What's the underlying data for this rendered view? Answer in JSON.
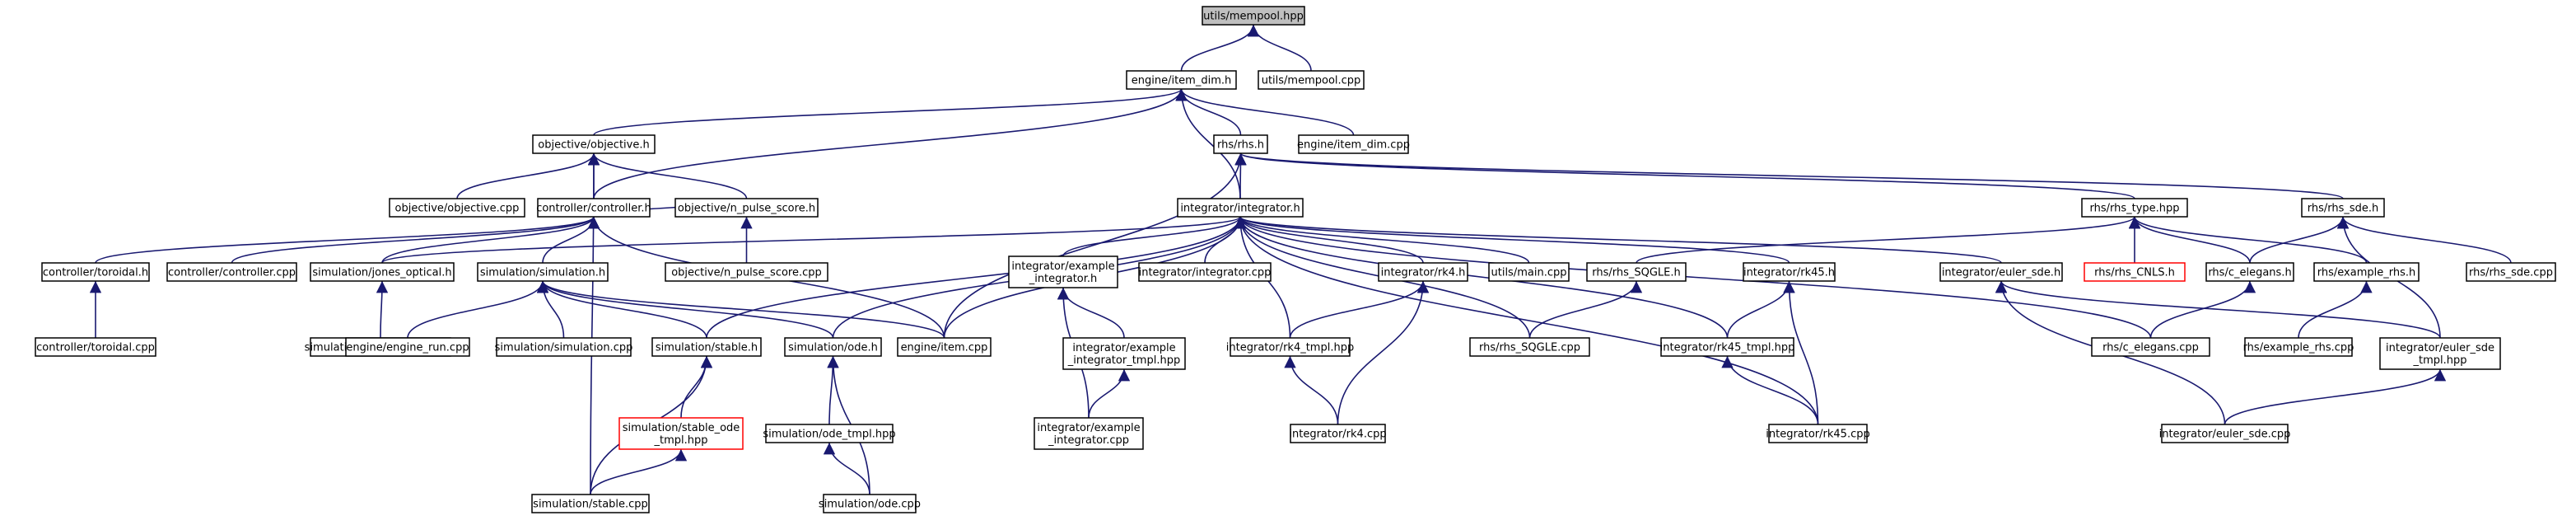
{
  "colors": {
    "edge": "#191970",
    "root_fill": "#bfbfbf",
    "red_border": "#ff0000"
  },
  "nodes": [
    {
      "id": "n0",
      "lines": [
        "utils/mempool.hpp"
      ],
      "kind": "root"
    },
    {
      "id": "n1",
      "lines": [
        "engine/item_dim.h"
      ]
    },
    {
      "id": "n2",
      "lines": [
        "utils/mempool.cpp"
      ]
    },
    {
      "id": "n3",
      "lines": [
        "objective/objective.h"
      ]
    },
    {
      "id": "n4",
      "lines": [
        "rhs/rhs.h"
      ]
    },
    {
      "id": "n5",
      "lines": [
        "engine/item_dim.cpp"
      ]
    },
    {
      "id": "n6",
      "lines": [
        "objective/objective.cpp"
      ]
    },
    {
      "id": "n7",
      "lines": [
        "controller/controller.h"
      ]
    },
    {
      "id": "n8",
      "lines": [
        "objective/n_pulse_score.h"
      ]
    },
    {
      "id": "n9",
      "lines": [
        "integrator/integrator.h"
      ]
    },
    {
      "id": "n10",
      "lines": [
        "rhs/rhs_type.hpp"
      ]
    },
    {
      "id": "n11",
      "lines": [
        "rhs/rhs_sde.h"
      ]
    },
    {
      "id": "n12",
      "lines": [
        "objective/n_pulse_score.cpp"
      ]
    },
    {
      "id": "n13",
      "lines": [
        "controller/toroidal.h"
      ]
    },
    {
      "id": "n14",
      "lines": [
        "controller/controller.cpp"
      ]
    },
    {
      "id": "n15",
      "lines": [
        "simulation/jones_optical.h"
      ]
    },
    {
      "id": "n16",
      "lines": [
        "simulation/simulation.h"
      ]
    },
    {
      "id": "n17",
      "lines": [
        "integrator/example",
        "_integrator.h"
      ]
    },
    {
      "id": "n18",
      "lines": [
        "integrator/integrator.cpp"
      ]
    },
    {
      "id": "n19",
      "lines": [
        "integrator/rk4.h"
      ]
    },
    {
      "id": "n20",
      "lines": [
        "utils/main.cpp"
      ]
    },
    {
      "id": "n21",
      "lines": [
        "rhs/rhs_SQGLE.h"
      ]
    },
    {
      "id": "n22",
      "lines": [
        "integrator/rk45.h"
      ]
    },
    {
      "id": "n23",
      "lines": [
        "integrator/euler_sde.h"
      ]
    },
    {
      "id": "n24",
      "lines": [
        "rhs/rhs_CNLS.h"
      ],
      "kind": "red"
    },
    {
      "id": "n25",
      "lines": [
        "rhs/c_elegans.h"
      ]
    },
    {
      "id": "n26",
      "lines": [
        "rhs/example_rhs.h"
      ]
    },
    {
      "id": "n27",
      "lines": [
        "rhs/rhs_sde.cpp"
      ]
    },
    {
      "id": "n28",
      "lines": [
        "controller/toroidal.cpp"
      ]
    },
    {
      "id": "n29",
      "lines": [
        "simulation/jones_optical.cpp"
      ]
    },
    {
      "id": "n30",
      "lines": [
        "engine/engine_run.cpp"
      ]
    },
    {
      "id": "n31",
      "lines": [
        "simulation/simulation.cpp"
      ]
    },
    {
      "id": "n32",
      "lines": [
        "simulation/stable.h"
      ]
    },
    {
      "id": "n33",
      "lines": [
        "simulation/ode.h"
      ]
    },
    {
      "id": "n34",
      "lines": [
        "engine/item.cpp"
      ]
    },
    {
      "id": "n35",
      "lines": [
        "integrator/example",
        "_integrator_tmpl.hpp"
      ]
    },
    {
      "id": "n36",
      "lines": [
        "integrator/rk4_tmpl.hpp"
      ]
    },
    {
      "id": "n37",
      "lines": [
        "rhs/rhs_SQGLE.cpp"
      ]
    },
    {
      "id": "n38",
      "lines": [
        "integrator/rk45_tmpl.hpp"
      ]
    },
    {
      "id": "n39",
      "lines": [
        "rhs/c_elegans.cpp"
      ]
    },
    {
      "id": "n40",
      "lines": [
        "rhs/example_rhs.cpp"
      ]
    },
    {
      "id": "n41",
      "lines": [
        "integrator/euler_sde",
        "_tmpl.hpp"
      ]
    },
    {
      "id": "n42",
      "lines": [
        "simulation/stable_ode",
        "_tmpl.hpp"
      ],
      "kind": "red"
    },
    {
      "id": "n43",
      "lines": [
        "simulation/ode_tmpl.hpp"
      ]
    },
    {
      "id": "n44",
      "lines": [
        "integrator/example",
        "_integrator.cpp"
      ]
    },
    {
      "id": "n45",
      "lines": [
        "integrator/rk4.cpp"
      ]
    },
    {
      "id": "n46",
      "lines": [
        "integrator/rk45.cpp"
      ]
    },
    {
      "id": "n47",
      "lines": [
        "integrator/euler_sde.cpp"
      ]
    },
    {
      "id": "n48",
      "lines": [
        "simulation/stable.cpp"
      ]
    },
    {
      "id": "n49",
      "lines": [
        "simulation/ode.cpp"
      ]
    }
  ],
  "edges": [
    [
      "n1",
      "n0"
    ],
    [
      "n2",
      "n0"
    ],
    [
      "n3",
      "n1"
    ],
    [
      "n4",
      "n1"
    ],
    [
      "n5",
      "n1"
    ],
    [
      "n7",
      "n1"
    ],
    [
      "n9",
      "n1"
    ],
    [
      "n6",
      "n3"
    ],
    [
      "n7",
      "n3"
    ],
    [
      "n8",
      "n3"
    ],
    [
      "n48",
      "n3"
    ],
    [
      "n9",
      "n4"
    ],
    [
      "n10",
      "n4"
    ],
    [
      "n11",
      "n4"
    ],
    [
      "n34",
      "n4"
    ],
    [
      "n12",
      "n8"
    ],
    [
      "n13",
      "n7"
    ],
    [
      "n14",
      "n7"
    ],
    [
      "n15",
      "n7"
    ],
    [
      "n16",
      "n7"
    ],
    [
      "n34",
      "n7"
    ],
    [
      "n8",
      "n7"
    ],
    [
      "n17",
      "n9"
    ],
    [
      "n18",
      "n9"
    ],
    [
      "n19",
      "n9"
    ],
    [
      "n20",
      "n9"
    ],
    [
      "n22",
      "n9"
    ],
    [
      "n23",
      "n9"
    ],
    [
      "n15",
      "n9"
    ],
    [
      "n32",
      "n9"
    ],
    [
      "n33",
      "n9"
    ],
    [
      "n34",
      "n9"
    ],
    [
      "n36",
      "n9"
    ],
    [
      "n37",
      "n9"
    ],
    [
      "n38",
      "n9"
    ],
    [
      "n46",
      "n9"
    ],
    [
      "n39",
      "n9"
    ],
    [
      "n21",
      "n10"
    ],
    [
      "n24",
      "n10"
    ],
    [
      "n25",
      "n10"
    ],
    [
      "n26",
      "n10"
    ],
    [
      "n25",
      "n11"
    ],
    [
      "n27",
      "n11"
    ],
    [
      "n41",
      "n11"
    ],
    [
      "n28",
      "n13"
    ],
    [
      "n29",
      "n15"
    ],
    [
      "n30",
      "n16"
    ],
    [
      "n31",
      "n16"
    ],
    [
      "n32",
      "n16"
    ],
    [
      "n33",
      "n16"
    ],
    [
      "n34",
      "n16"
    ],
    [
      "n35",
      "n17"
    ],
    [
      "n44",
      "n17"
    ],
    [
      "n36",
      "n19"
    ],
    [
      "n45",
      "n19"
    ],
    [
      "n37",
      "n21"
    ],
    [
      "n38",
      "n22"
    ],
    [
      "n46",
      "n22"
    ],
    [
      "n41",
      "n23"
    ],
    [
      "n47",
      "n23"
    ],
    [
      "n39",
      "n25"
    ],
    [
      "n40",
      "n26"
    ],
    [
      "n42",
      "n32"
    ],
    [
      "n48",
      "n32"
    ],
    [
      "n43",
      "n33"
    ],
    [
      "n49",
      "n33"
    ],
    [
      "n44",
      "n35"
    ],
    [
      "n45",
      "n36"
    ],
    [
      "n46",
      "n38"
    ],
    [
      "n47",
      "n41"
    ],
    [
      "n48",
      "n42"
    ],
    [
      "n49",
      "n43"
    ]
  ]
}
